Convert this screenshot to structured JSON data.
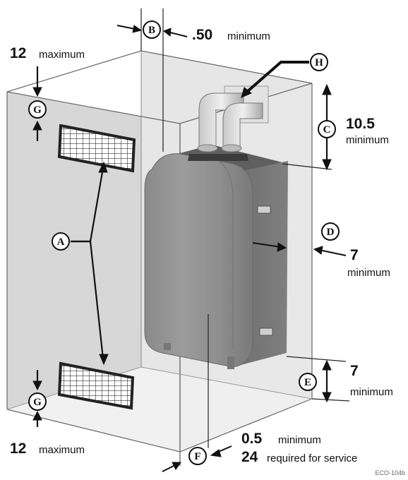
{
  "dimensions": {
    "B": {
      "letter": "B",
      "value": ".50",
      "note": "minimum"
    },
    "C": {
      "letter": "C",
      "value": "10.5",
      "note": "minimum"
    },
    "D": {
      "letter": "D",
      "value": "7",
      "note": "minimum"
    },
    "E": {
      "letter": "E",
      "value": "7",
      "note": "minimum"
    },
    "F": {
      "letter": "F",
      "value1": "0.5",
      "note1": "minimum",
      "value2": "24",
      "note2": "required for service"
    },
    "G_top": {
      "letter": "G",
      "value": "12",
      "note": "maximum"
    },
    "G_bottom": {
      "letter": "G",
      "value": "12",
      "note": "maximum"
    },
    "H": {
      "letter": "H"
    },
    "A": {
      "letter": "A"
    }
  },
  "figure_id": "ECO-104b"
}
